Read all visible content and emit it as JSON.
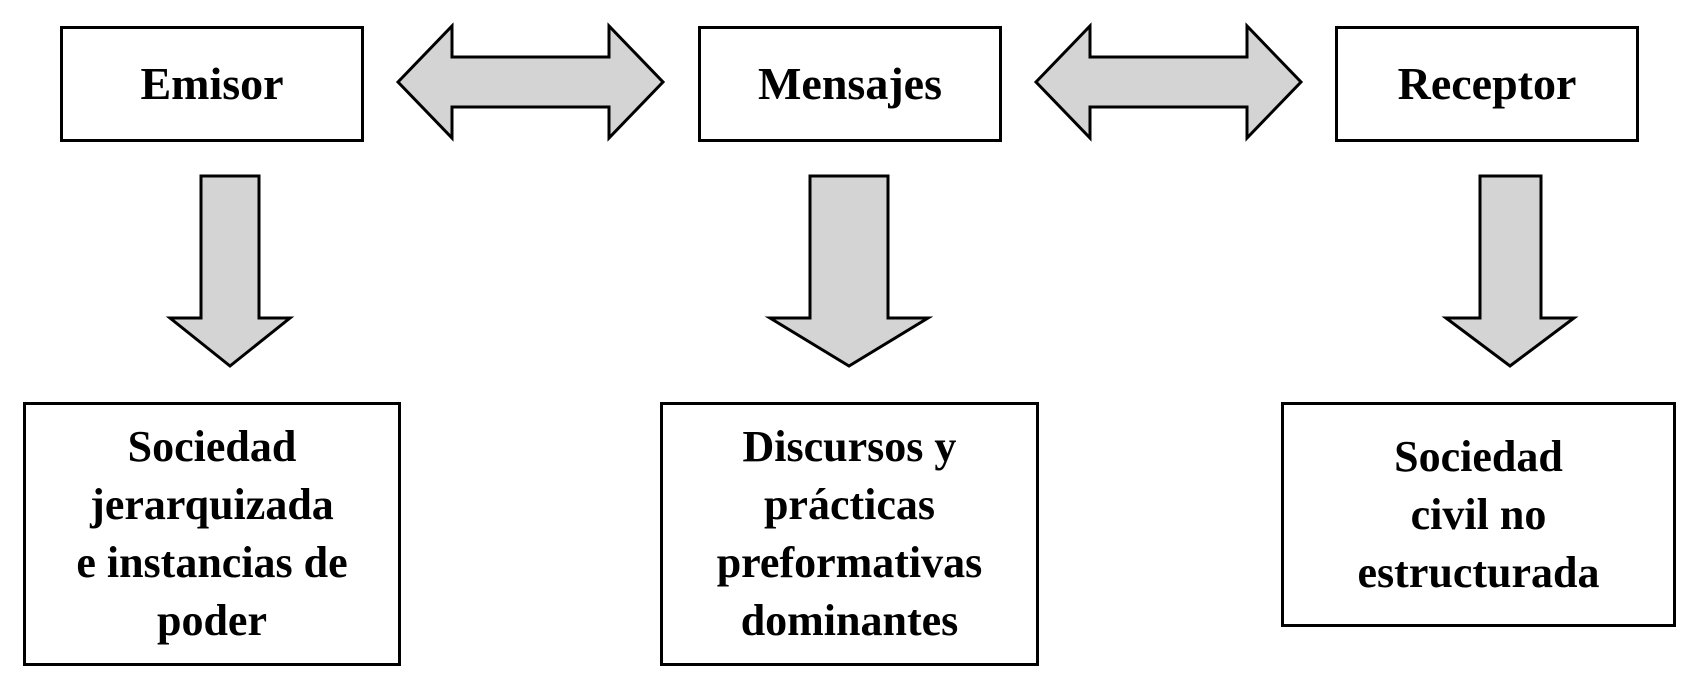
{
  "top_row": {
    "emisor": "Emisor",
    "mensajes": "Mensajes",
    "receptor": "Receptor"
  },
  "bottom_row": {
    "emisor_desc": [
      "Sociedad",
      "jerarquizada",
      "e instancias de",
      "poder"
    ],
    "mensajes_desc": [
      "Discursos y",
      "prácticas",
      "preformativas",
      "dominantes"
    ],
    "receptor_desc": [
      "Sociedad",
      "civil no",
      "estructurada"
    ]
  },
  "colors": {
    "arrow_fill": "#d4d4d4",
    "stroke": "#000000",
    "background": "#ffffff"
  }
}
